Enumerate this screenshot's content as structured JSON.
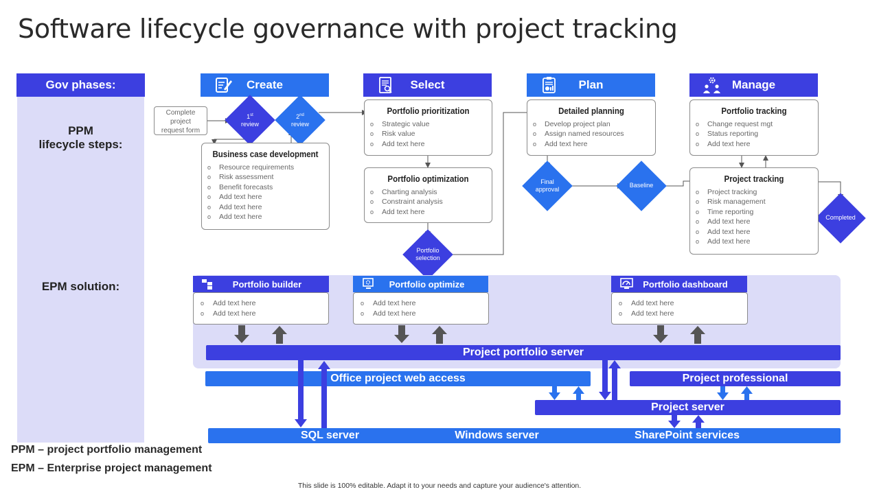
{
  "title": "Software lifecycle governance with project tracking",
  "headers": {
    "gov_phases": "Gov phases:",
    "create": "Create",
    "select": "Select",
    "plan": "Plan",
    "manage": "Manage"
  },
  "row_labels": {
    "ppm_line1": "PPM",
    "ppm_line2": "lifecycle steps:",
    "epm": "EPM solution:"
  },
  "request_form": {
    "line1": "Complete",
    "line2": "project",
    "line3": "request form"
  },
  "diamonds": {
    "review1_num": "1",
    "review1_sup": "st",
    "review1_word": "review",
    "review2_num": "2",
    "review2_sup": "nd",
    "review2_word": "review",
    "portfolio_selection_1": "Portfolio",
    "portfolio_selection_2": "selection",
    "final_approval_1": "Final",
    "final_approval_2": "approval",
    "baseline": "Baseline",
    "completed": "Completed"
  },
  "boxes": {
    "business_case": {
      "title": "Business case development",
      "items": [
        "Resource requirements",
        "Risk assessment",
        "Benefit forecasts",
        "Add text here",
        "Add text here",
        "Add text here"
      ]
    },
    "portfolio_prioritization": {
      "title": "Portfolio prioritization",
      "items": [
        "Strategic value",
        "Risk value",
        "Add text here"
      ]
    },
    "portfolio_optimization": {
      "title": "Portfolio optimization",
      "items": [
        "Charting analysis",
        "Constraint analysis",
        "Add text here"
      ]
    },
    "detailed_planning": {
      "title": "Detailed planning",
      "items": [
        "Develop project plan",
        "Assign named resources",
        "Add text here"
      ]
    },
    "portfolio_tracking": {
      "title": "Portfolio tracking",
      "items": [
        "Change request mgt",
        "Status reporting",
        "Add text here"
      ]
    },
    "project_tracking": {
      "title": "Project tracking",
      "items": [
        "Project tracking",
        "Risk management",
        "Time reporting",
        "Add text here",
        "Add text here",
        "Add text here"
      ]
    }
  },
  "epm": {
    "portfolio_builder": {
      "title": "Portfolio builder",
      "items": [
        "Add text here",
        "Add text here"
      ]
    },
    "portfolio_optimize": {
      "title": "Portfolio optimize",
      "items": [
        "Add text here",
        "Add text here"
      ]
    },
    "portfolio_dashboard": {
      "title": "Portfolio dashboard",
      "items": [
        "Add text here",
        "Add text here"
      ]
    }
  },
  "bars": {
    "project_portfolio_server": "Project portfolio server",
    "office_project_web_access": "Office project web access",
    "project_professional": "Project professional",
    "project_server": "Project server",
    "sql_server": "SQL server",
    "windows_server": "Windows server",
    "sharepoint_services": "SharePoint services"
  },
  "legend": {
    "ppm": "PPM – project portfolio management",
    "epm": "EPM – Enterprise project management"
  },
  "footer": "This slide is 100% editable. Adapt it to your needs and capture your audience's attention.",
  "icons": {
    "create": "edit-document-icon",
    "select": "document-search-icon",
    "plan": "clipboard-chart-icon",
    "manage": "team-gear-icon",
    "portfolio_builder": "layers-icon",
    "portfolio_optimize": "settings-screen-icon",
    "portfolio_dashboard": "dashboard-monitor-icon"
  },
  "colors": {
    "dark_blue": "#3c3fe0",
    "blue": "#2a72ee",
    "lavender": "#dcdcf8",
    "arrow_gray": "#555555"
  }
}
